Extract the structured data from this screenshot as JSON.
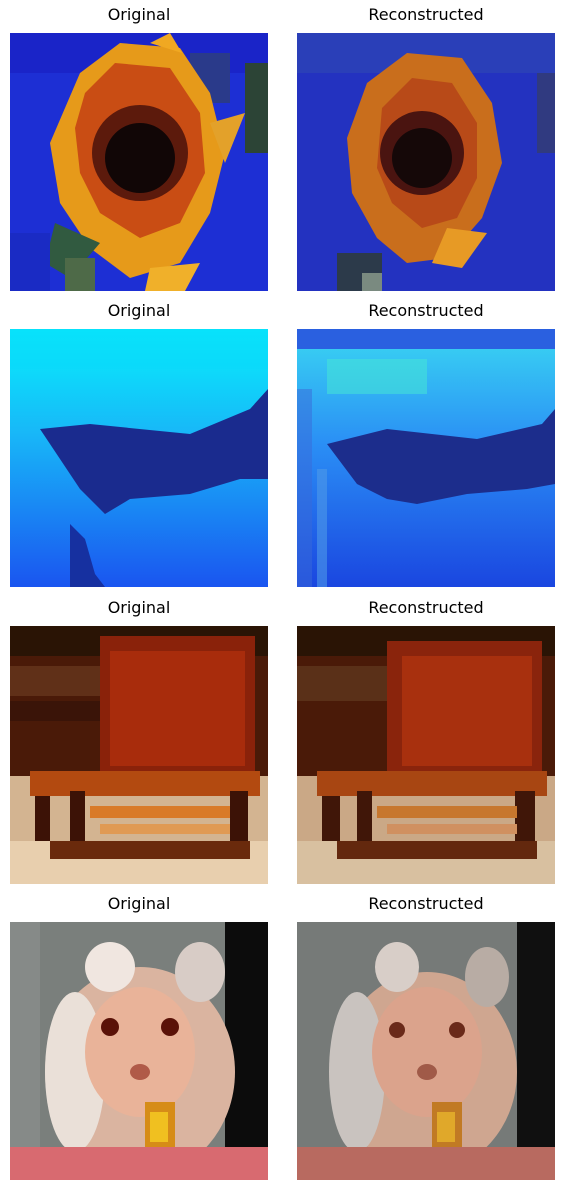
{
  "rows": [
    {
      "subject": "sunflower",
      "original_label": "Original",
      "reconstructed_label": "Reconstructed"
    },
    {
      "subject": "whale",
      "original_label": "Original",
      "reconstructed_label": "Reconstructed"
    },
    {
      "subject": "chair",
      "original_label": "Original",
      "reconstructed_label": "Reconstructed"
    },
    {
      "subject": "hamster",
      "original_label": "Original",
      "reconstructed_label": "Reconstructed"
    }
  ],
  "colors": {
    "sunflower_bg": "#1d2fd4",
    "sunflower_petal": "#f0a020",
    "sunflower_center": "#120808",
    "whale_sky": "#10d8f8",
    "whale_water": "#1a5cf0",
    "whale_body": "#1a2a8c",
    "chair_wall": "#7a1a06",
    "chair_floor": "#d9b892",
    "hamster_bg": "#7a7f7c",
    "hamster_fur": "#e7c3b2"
  }
}
